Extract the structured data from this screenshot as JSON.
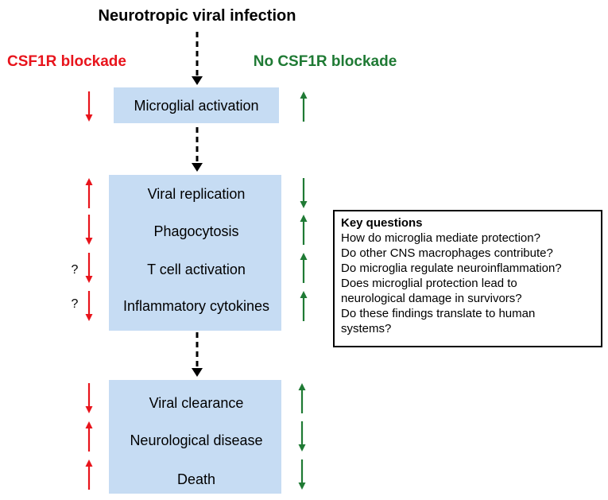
{
  "title": "Neurotropic viral infection",
  "left_label": "CSF1R blockade",
  "right_label": "No CSF1R blockade",
  "colors": {
    "left": "#e8141c",
    "right": "#1f7a34",
    "box_fill": "#c6dcf3",
    "flow_arrow": "#000000"
  },
  "rows": [
    {
      "text": "Microglial activation",
      "left": "down",
      "right": "up",
      "question": ""
    },
    {
      "text": "Viral replication",
      "left": "up",
      "right": "down",
      "question": ""
    },
    {
      "text": "Phagocytosis",
      "left": "down",
      "right": "up",
      "question": ""
    },
    {
      "text": "T cell activation",
      "left": "down",
      "right": "up",
      "question": "?"
    },
    {
      "text": "Inflammatory cytokines",
      "left": "down",
      "right": "up",
      "question": "?"
    },
    {
      "text": "Viral clearance",
      "left": "down",
      "right": "up",
      "question": ""
    },
    {
      "text": "Neurological disease",
      "left": "up",
      "right": "down",
      "question": ""
    },
    {
      "text": "Death",
      "left": "up",
      "right": "down",
      "question": ""
    }
  ],
  "key_questions": {
    "title": "Key questions",
    "lines": [
      "How do microglia mediate protection?",
      "Do other CNS macrophages contribute?",
      "Do microglia regulate neuroinflammation?",
      "Does microglial protection lead to",
      "neurological damage in survivors?",
      "Do these findings translate to human",
      "systems?"
    ]
  }
}
